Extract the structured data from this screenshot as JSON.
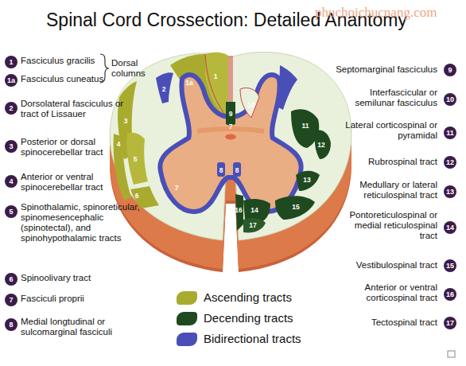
{
  "diagram": {
    "title": "Spinal Cord Crossection: Detailed Anantomy",
    "labels": [
      "1",
      "Fasciculus gracilis",
      "1a",
      "Fasciculus cuneatus",
      "Dorsal columns",
      "2",
      "Dorsolateral fasciculus or tract of Lissauer",
      "3",
      "Posterior or dorsal spinocerebellar tract",
      "4",
      "Anterior or ventral spinocerebellar tract",
      "5",
      "Spinothalamic, spinoreticular, spinomesencephalic (spinotectal), and spinohypothalamic tracts",
      "6",
      "Spinoolivary tract",
      "7",
      "Fasciculi proprii",
      "8",
      "Medial longtudinal or sulcomarginal fasciculi",
      "9",
      "Septomarginal fasciculus",
      "10",
      "Interfascicular or semilunar fasciculus",
      "11",
      "Lateral corticospinal or pyramidal",
      "12",
      "Rubrospinal tract",
      "13",
      "Medullary or lateral reticulospinal tract",
      "14",
      "Pontoreticulospinal or medial reticulospinal tract",
      "15",
      "Vestibulospinal tract",
      "16",
      "Anterior or ventral corticospinal tract",
      "17",
      "Tectospinal tract",
      "1",
      "1a",
      "2",
      "3",
      "4",
      "5",
      "6",
      "7",
      "7",
      "8",
      "8",
      "9",
      "10",
      "11",
      "12",
      "13",
      "14",
      "15",
      "16",
      "17",
      "phuchoichucnang.com"
    ],
    "legend": [
      {
        "text": "Ascending tracts",
        "color": "#a9ab2e"
      },
      {
        "text": "Decending tracts",
        "color": "#1f4a1f"
      },
      {
        "text": "Bidirectional tracts",
        "color": "#4a4fb8"
      }
    ]
  }
}
